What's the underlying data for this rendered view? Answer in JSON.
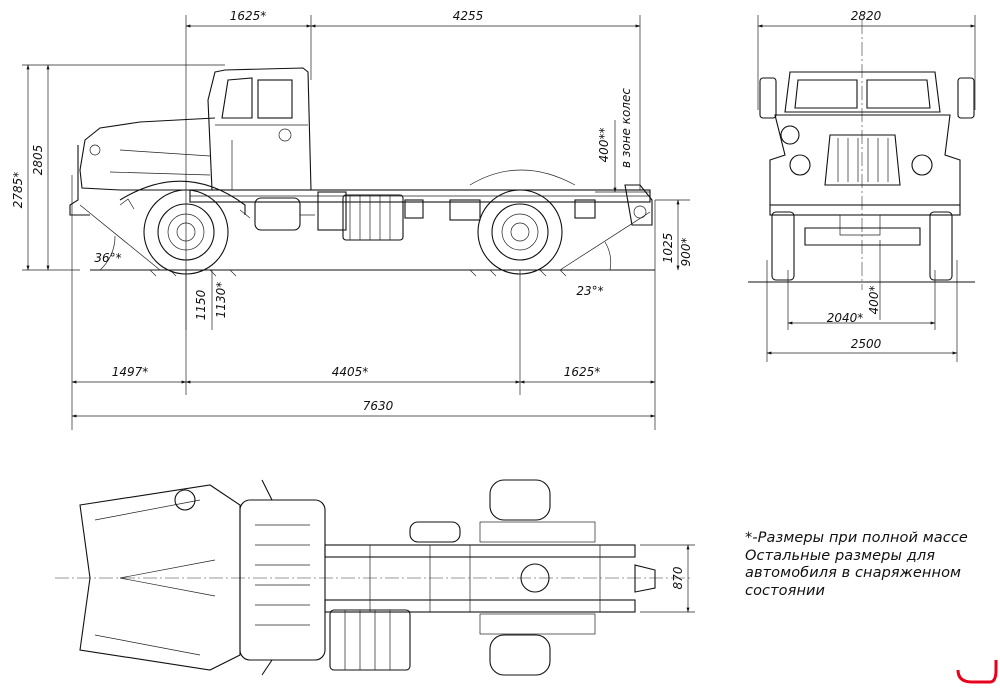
{
  "side_view": {
    "dims": {
      "front_overhang_top": "1625*",
      "body_length": "4255",
      "total_height_1": "2785*",
      "total_height_2": "2805",
      "wheel_zone": "400**",
      "wheel_zone_note": "в зоне колес",
      "frame_height_1": "1025",
      "frame_height_2": "900*",
      "approach_angle": "36°*",
      "departure_angle": "23°*",
      "clearance_1": "1150",
      "clearance_2": "1130*",
      "front_overhang": "1497*",
      "wheelbase": "4405*",
      "rear_overhang": "1625*",
      "total_length": "7630"
    }
  },
  "front_view": {
    "dims": {
      "top_width": "2820",
      "track": "2040*",
      "ground_clearance": "400*",
      "width": "2500"
    }
  },
  "top_view": {
    "dims": {
      "frame_width": "870"
    }
  },
  "notes": [
    "*-Размеры при полной массе",
    "Остальные размеры для",
    "автомобиля в снаряженном",
    "состоянии"
  ],
  "colors": {
    "line": "#111111",
    "mark": "#e8001c",
    "paper": "#ffffff"
  }
}
